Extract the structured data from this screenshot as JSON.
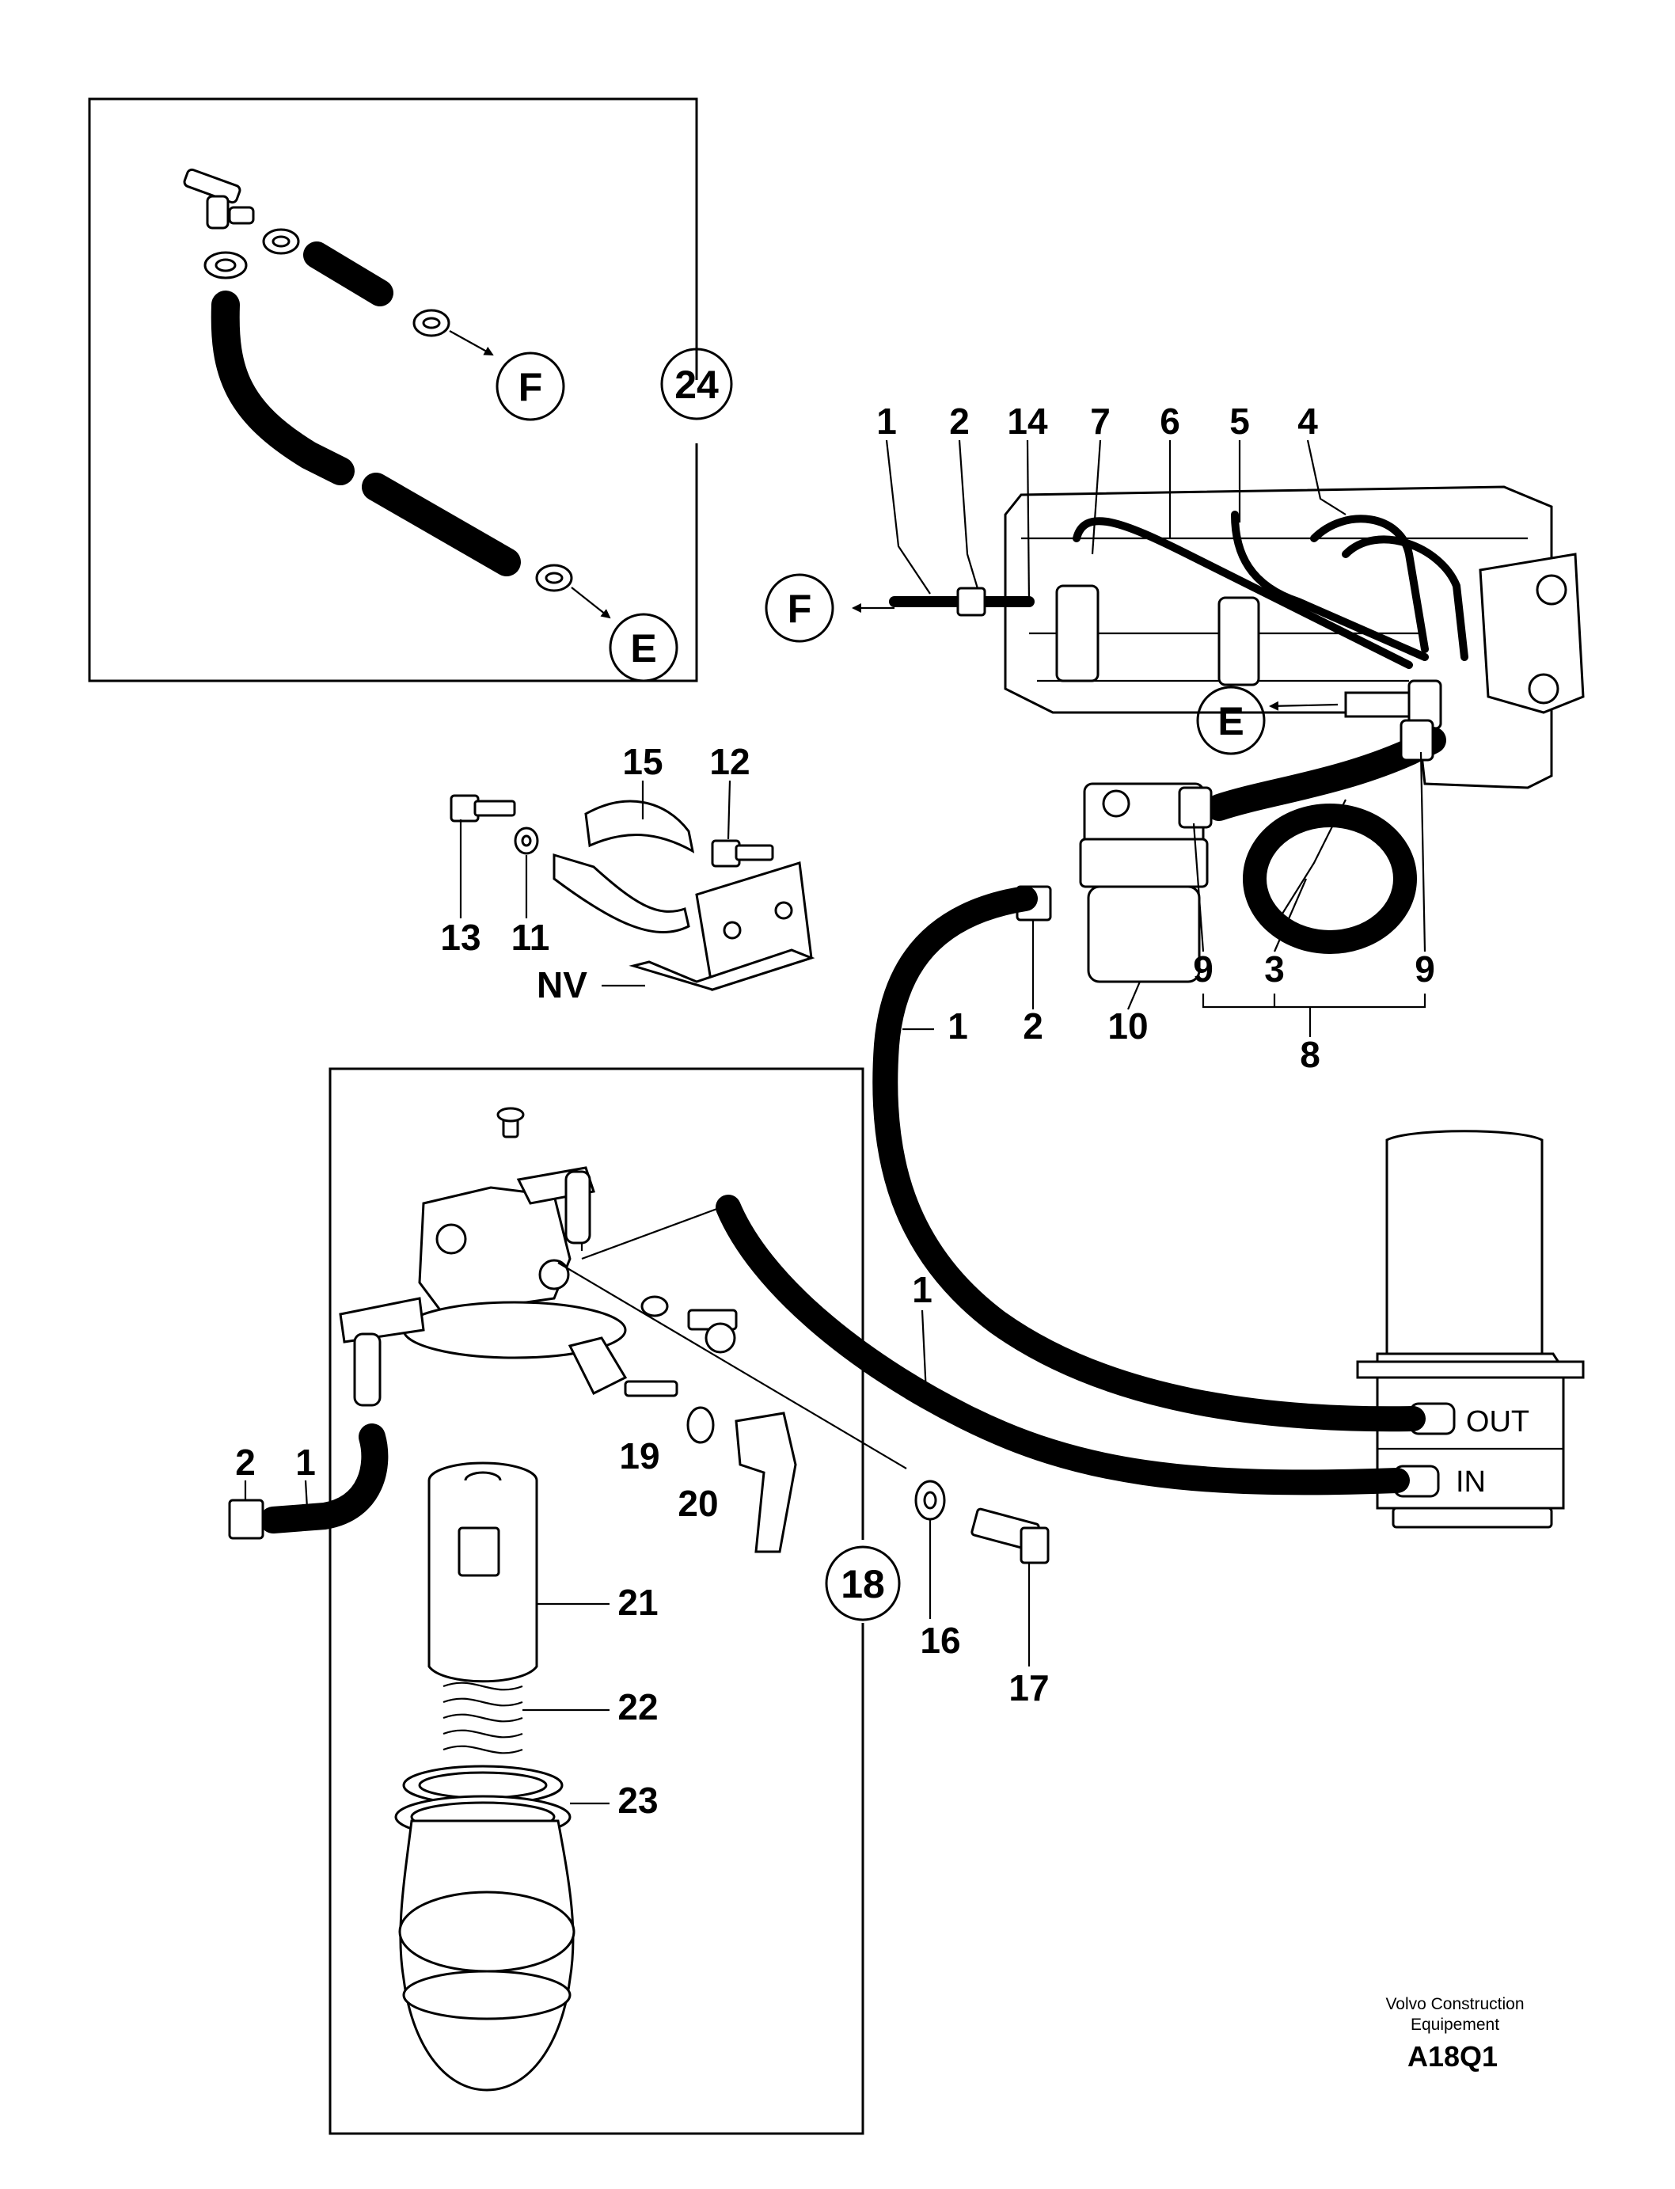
{
  "diagram": {
    "labels": {
      "l1_top": "1",
      "l2_top": "2",
      "l14": "14",
      "l7": "7",
      "l6": "6",
      "l5": "5",
      "l4": "4",
      "l15": "15",
      "l12": "12",
      "l13": "13",
      "l11": "11",
      "nv": "NV",
      "l9a": "9",
      "l3": "3",
      "l9b": "9",
      "l1_mid": "1",
      "l2_mid": "2",
      "l10": "10",
      "l8": "8",
      "l1_right": "1",
      "l2_left": "2",
      "l1_left": "1",
      "l19": "19",
      "l20": "20",
      "l21": "21",
      "l22": "22",
      "l23": "23",
      "l16": "16",
      "l17": "17"
    },
    "circles": {
      "f_inset": "F",
      "e_inset": "E",
      "c24": "24",
      "f_main": "F",
      "e_main": "E",
      "c18": "18"
    },
    "ports": {
      "out": "OUT",
      "in": "IN"
    },
    "credit": {
      "line1": "Volvo Construction",
      "line2": "Equipement",
      "code": "A18Q1"
    }
  }
}
